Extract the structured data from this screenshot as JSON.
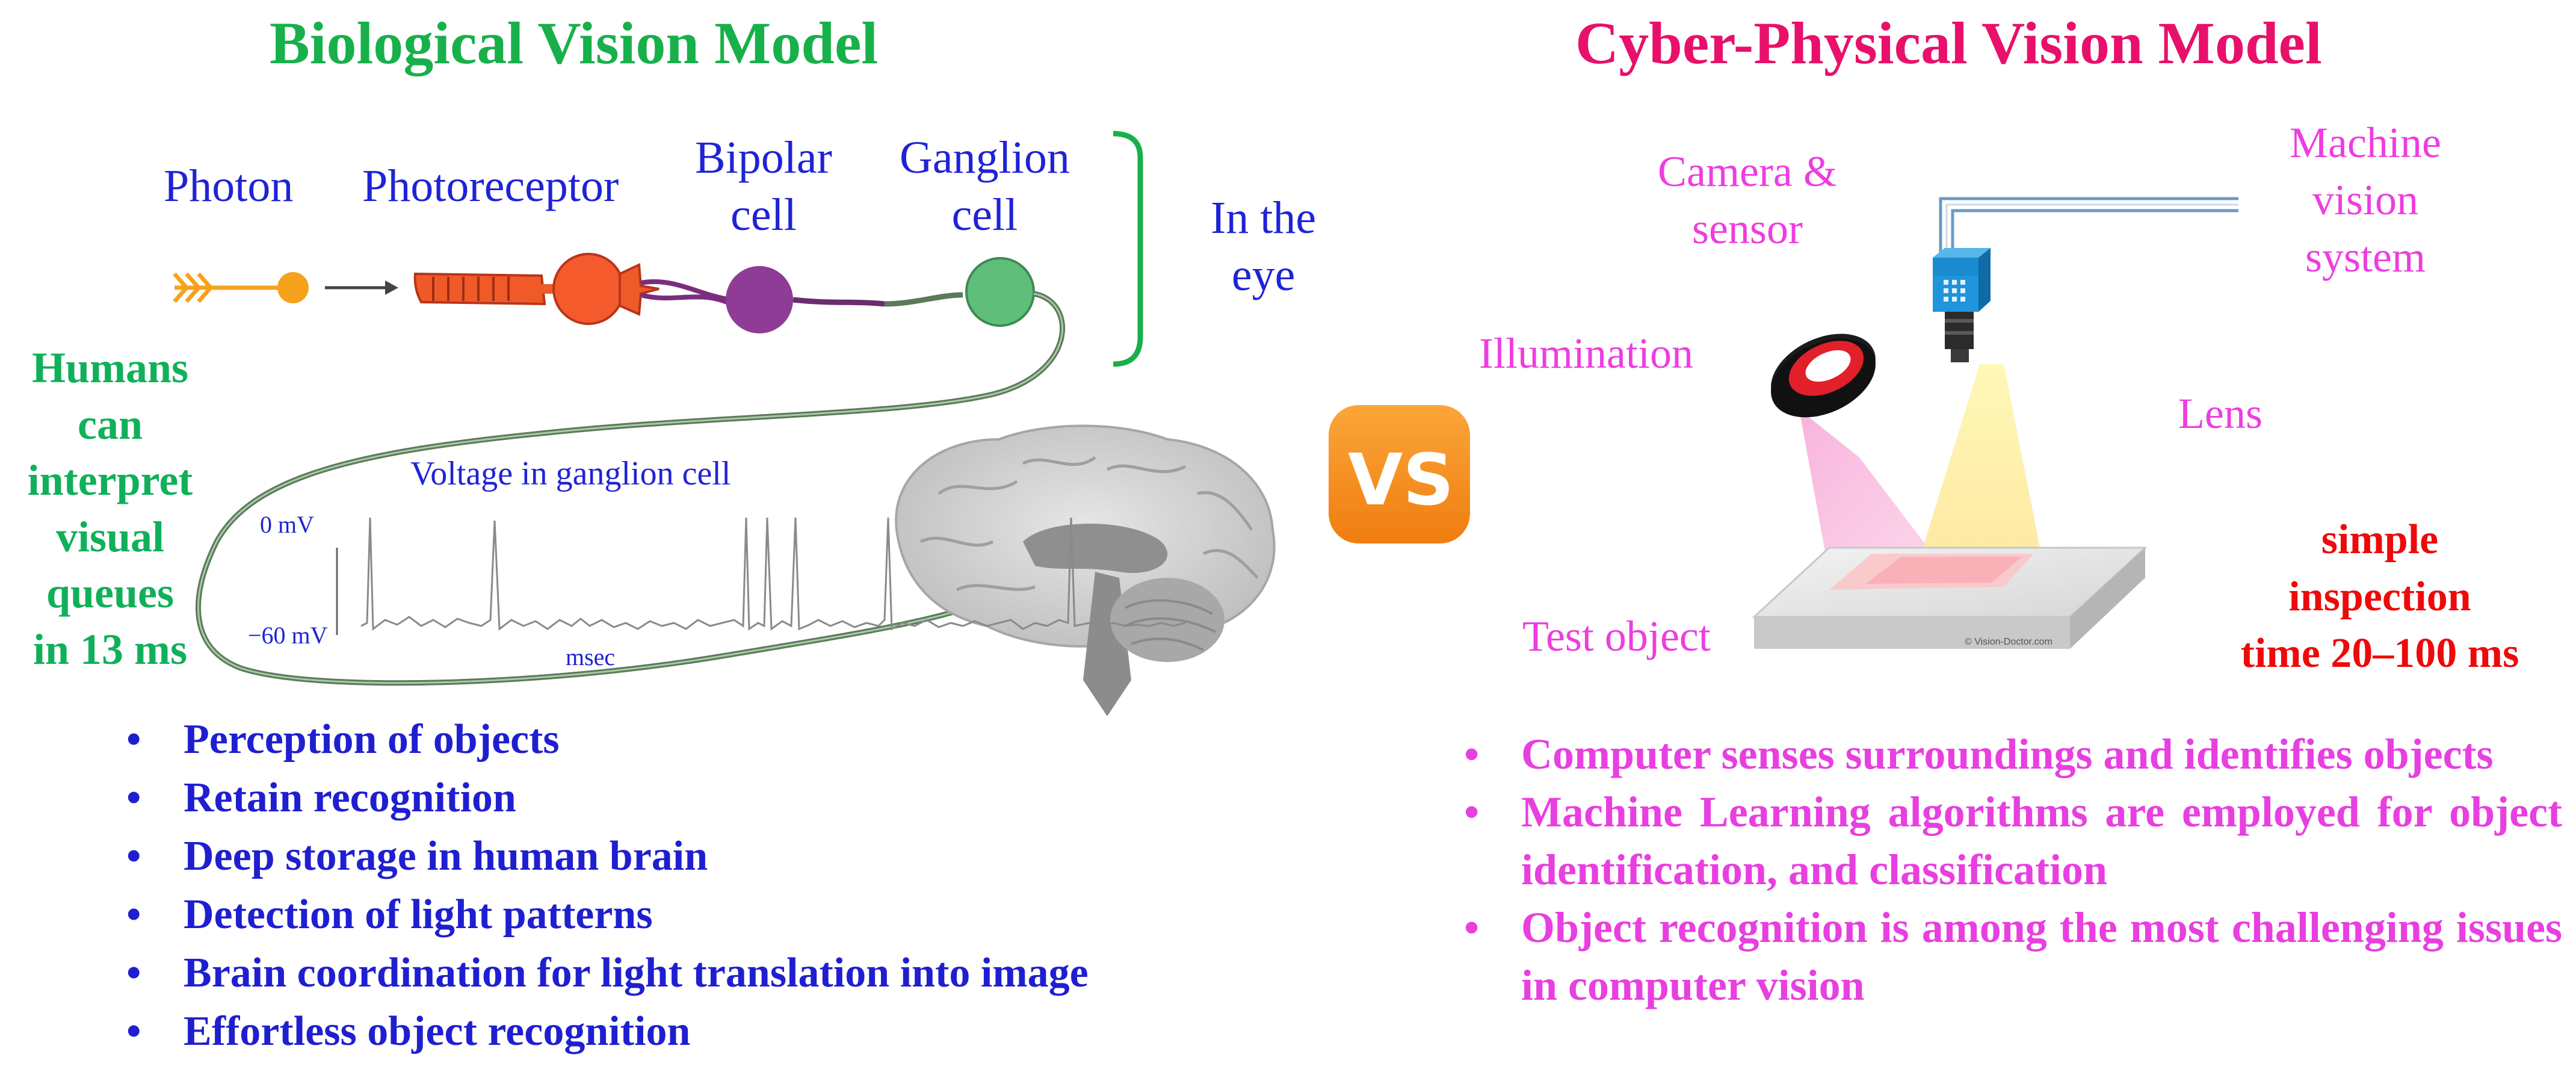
{
  "left": {
    "title": "Biological Vision Model",
    "labels": {
      "photon": "Photon",
      "photoreceptor": "Photoreceptor",
      "bipolar": "Bipolar\ncell",
      "ganglion": "Ganglion\ncell",
      "in_eye": "In the\neye",
      "voltage": "Voltage in ganglion cell",
      "zero_mv": "0 mV",
      "neg_mv": "−60 mV",
      "msec": "msec"
    },
    "note": "Humans\ncan\ninterpret\nvisual\nqueues\nin 13 ms",
    "bullets": [
      "Perception of objects",
      "Retain recognition",
      "Deep storage in human brain",
      "Detection of light patterns",
      "Brain coordination for light translation into image",
      "Effortless object recognition"
    ],
    "colors": {
      "title": "#17b04a",
      "text": "#1f23d6",
      "note": "#10b05a"
    }
  },
  "vs": {
    "label": "VS",
    "color": "#f7941d"
  },
  "right": {
    "title": "Cyber-Physical Vision Model",
    "labels": {
      "camera": "Camera &\nsensor",
      "machine": "Machine\nvision\nsystem",
      "illumination": "Illumination",
      "lens": "Lens",
      "test_object": "Test object",
      "watermark": "© Vision-Doctor.com"
    },
    "note": "simple\ninspection\ntime 20–100 ms",
    "bullets": [
      "Computer senses surroundings and identifies objects",
      "Machine Learning algorithms are employed for object identification, and classification",
      "Object recognition is among the most challenging issues in computer vision"
    ],
    "colors": {
      "title": "#e8106a",
      "text": "#ee3de0",
      "note": "#ee0a0a"
    }
  }
}
